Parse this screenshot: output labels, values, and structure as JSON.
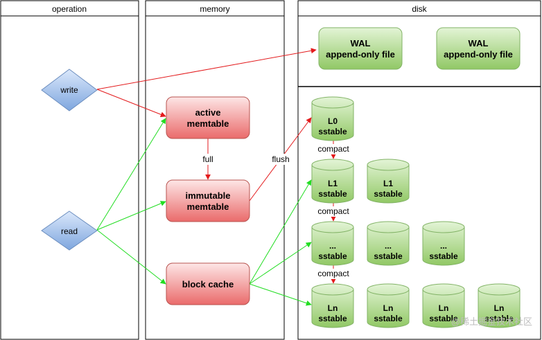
{
  "lanes": {
    "operation": "operation",
    "memory": "memory",
    "disk": "disk"
  },
  "operations": {
    "write": "write",
    "read": "read"
  },
  "memory": {
    "active": [
      "active",
      "memtable"
    ],
    "immutable": [
      "immutable",
      "memtable"
    ],
    "block_cache": "block cache"
  },
  "wal": {
    "line1": "WAL",
    "line2": "append-only file"
  },
  "levels": {
    "l0": "L0",
    "l1": "L1",
    "mid": "...",
    "ln": "Ln",
    "sstable": "sstable"
  },
  "edge_labels": {
    "full": "full",
    "flush": "flush",
    "compact": "compact"
  },
  "colors": {
    "write_path": "#e31a1c",
    "read_path": "#33dd33",
    "memtable_fill": "#ee7777",
    "disk_fill": "#99cc66",
    "op_fill": "#88aadd"
  },
  "watermark": "@稀土掘金技术社区"
}
